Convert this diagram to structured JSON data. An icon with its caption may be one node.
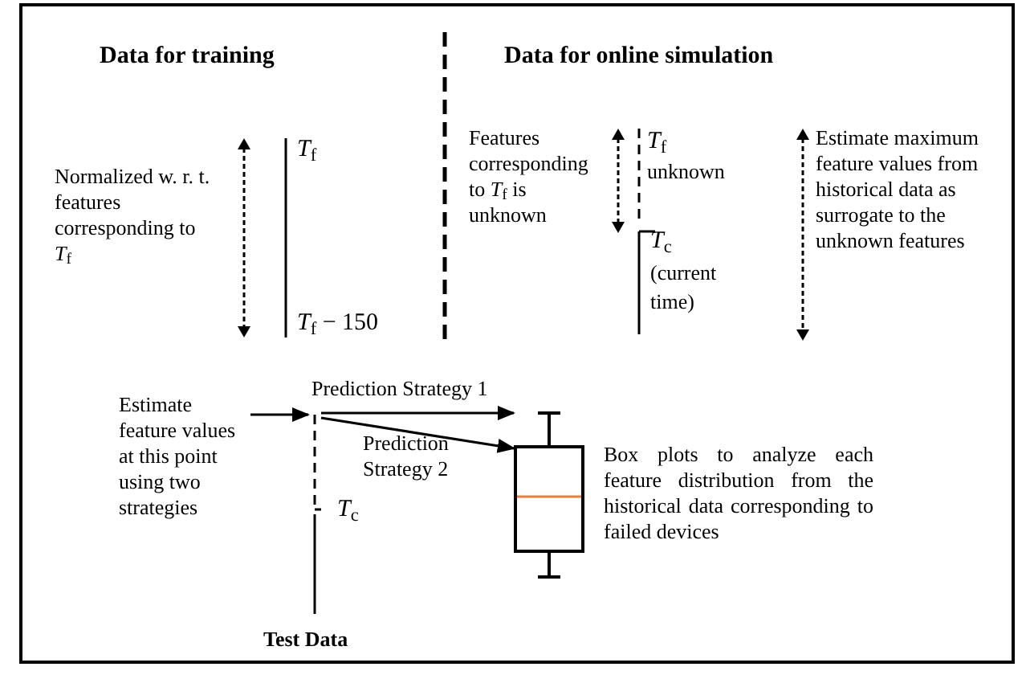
{
  "diagram": {
    "nodes": [
      {
        "text": [
          "Estimate feature values at this point using two strategies"
        ]
      },
      {
        "text": [],
        "shape": "bar",
        "beside": [
          "*T*$_{c}$",
          "Test Data"
        ]
      },
      {
        "text": [],
        "shape": "box",
        "beside": [
          "Box plots to analyze each feature distribution from the historical data corresponding to failed devices"
        ]
      }
    ],
    "edges": [
      {
        "from": 0,
        "to": 1,
        "arrow": "to"
      },
      {
        "from": 1,
        "to": 2,
        "arrow": "to",
        "label": "Prediction Strategy 1"
      },
      {
        "from": 1,
        "to": 2,
        "arrow": "to",
        "label": "Prediction Strategy 2"
      }
    ],
    "labels": [
      "Data for training",
      "Data for online simulation",
      "Normalized w. r. t. features corresponding to *T*$_{f}$",
      "*T*$_{f}$",
      "*T*$_{f}$ − 150",
      "Features corresponding to *T*$_{f}$ is unknown",
      "*T*$_{f}$",
      "unknown",
      "*T*$_{c}$",
      "(current time)",
      "Estimate maximum feature values from historical data as surrogate to the unknown features"
    ]
  }
}
